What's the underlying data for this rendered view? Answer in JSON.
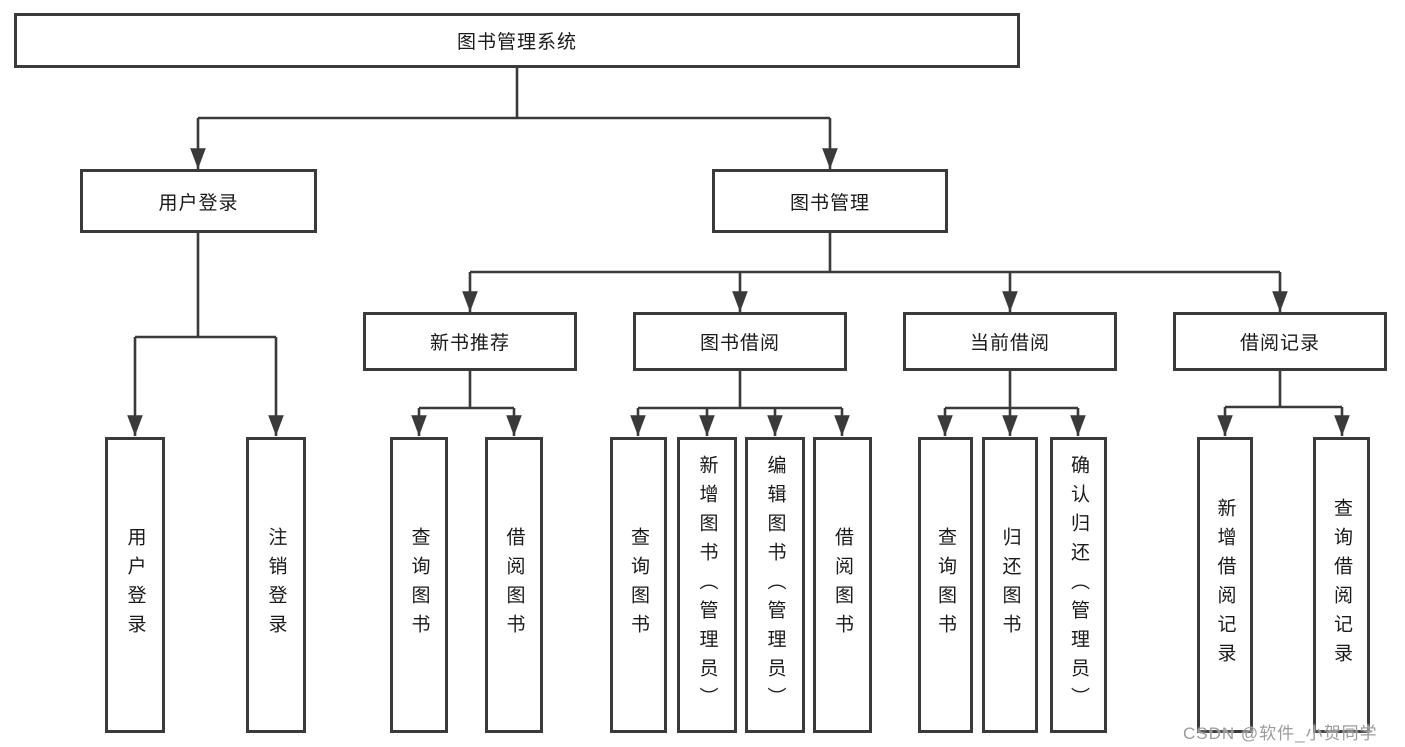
{
  "diagram": {
    "type": "hierarchy-diagram",
    "colors": {
      "line": "#3a3a3a",
      "box_border": "#3a3a3a",
      "box_fill": "#ffffff",
      "text": "#1a1a1a",
      "watermark": "#9c9c9c",
      "background": "#ffffff"
    }
  },
  "tree": {
    "label": "图书管理系统",
    "children": [
      {
        "label": "用户登录",
        "children": [
          {
            "label": "用户登录"
          },
          {
            "label": "注销登录"
          }
        ]
      },
      {
        "label": "图书管理",
        "children": [
          {
            "label": "新书推荐",
            "children": [
              {
                "label": "查询图书"
              },
              {
                "label": "借阅图书"
              }
            ]
          },
          {
            "label": "图书借阅",
            "children": [
              {
                "label": "查询图书"
              },
              {
                "label": "新增图书（管理员）"
              },
              {
                "label": "编辑图书（管理员）"
              },
              {
                "label": "借阅图书"
              }
            ]
          },
          {
            "label": "当前借阅",
            "children": [
              {
                "label": "查询图书"
              },
              {
                "label": "归还图书"
              },
              {
                "label": "确认归还（管理员）"
              }
            ]
          },
          {
            "label": "借阅记录",
            "children": [
              {
                "label": "新增借阅记录"
              },
              {
                "label": "查询借阅记录"
              }
            ]
          }
        ]
      }
    ]
  },
  "watermark": {
    "text": "CSDN @软件_小贺同学"
  }
}
